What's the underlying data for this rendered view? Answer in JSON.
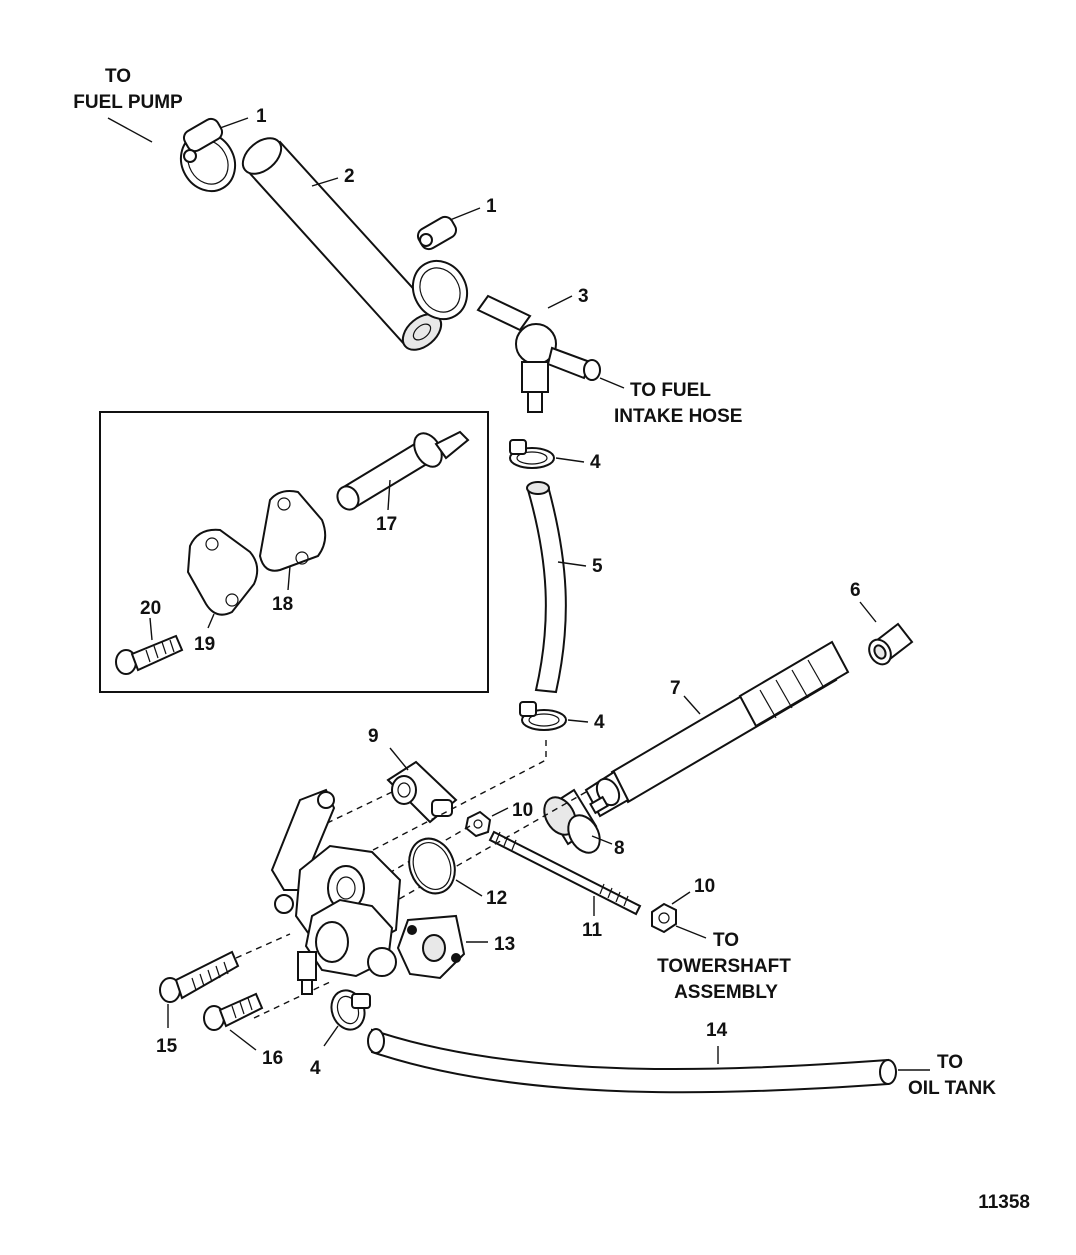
{
  "figure_number": "11358",
  "notes": {
    "fuel_pump_line1": "TO",
    "fuel_pump_line2": "FUEL PUMP",
    "fuel_intake_line1": "TO FUEL",
    "fuel_intake_line2": "INTAKE HOSE",
    "towershaft_line1": "TO",
    "towershaft_line2": "TOWERSHAFT",
    "towershaft_line3": "ASSEMBLY",
    "oil_tank_line1": "TO",
    "oil_tank_line2": "OIL TANK"
  },
  "callouts": {
    "c1a": "1",
    "c1b": "1",
    "c2": "2",
    "c3": "3",
    "c4a": "4",
    "c4b": "4",
    "c4c": "4",
    "c5": "5",
    "c6": "6",
    "c7": "7",
    "c8": "8",
    "c9": "9",
    "c10a": "10",
    "c10b": "10",
    "c11": "11",
    "c12": "12",
    "c13": "13",
    "c14": "14",
    "c15": "15",
    "c16": "16",
    "c17": "17",
    "c18": "18",
    "c19": "19",
    "c20": "20"
  }
}
